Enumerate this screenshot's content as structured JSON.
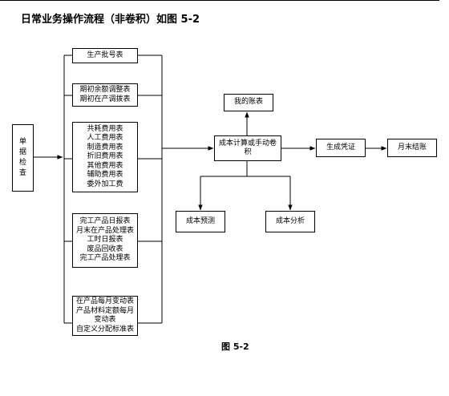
{
  "title": "日常业务操作流程（非卷积）如图 5-2",
  "caption": "图 5-2",
  "nodes": {
    "danju": [
      "单",
      "据",
      "检",
      "查"
    ],
    "pihao": [
      "生产批号表"
    ],
    "qichu": [
      "期初余额调整表",
      "期初在产调拨表"
    ],
    "feiyong": [
      "共耗费用表",
      "人工费用表",
      "制造费用表",
      "折旧费用表",
      "其他费用表",
      "辅助费用表",
      "委外加工费"
    ],
    "chanpin": [
      "完工产品日报表",
      "月末在产品处理表",
      "工时日报表",
      "废品回收表",
      "完工产品处理表"
    ],
    "biandong": [
      "在产品每月变动表",
      "产品材料定额每月",
      "变动表",
      "自定义分配标准表"
    ],
    "jisuan": [
      "成本计算或手动卷",
      "积"
    ],
    "zhangbiao": [
      "我的账表"
    ],
    "pingzheng": [
      "生成凭证"
    ],
    "jiezhang": [
      "月末结账"
    ],
    "yuce": [
      "成本预测"
    ],
    "fenxi": [
      "成本分析"
    ]
  }
}
